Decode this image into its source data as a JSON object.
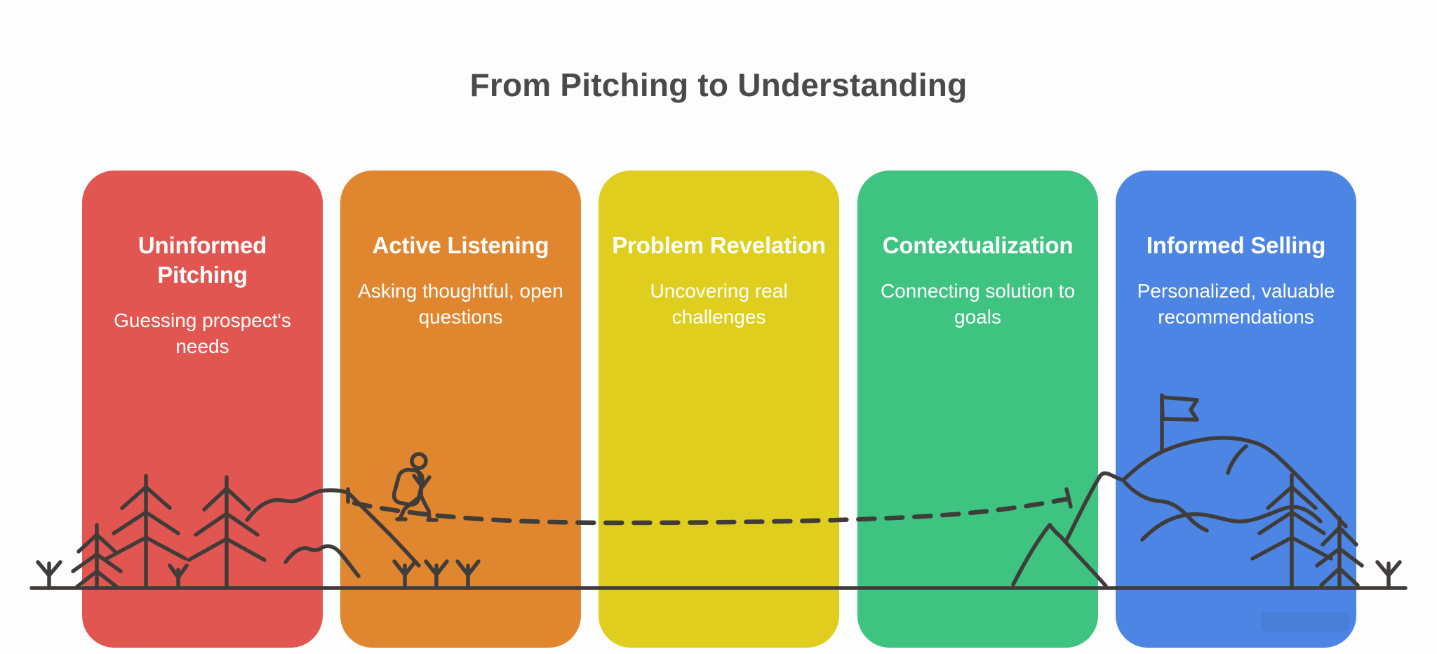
{
  "page": {
    "title": "From Pitching to Understanding"
  },
  "colors": {
    "bg": "#fdfdfd",
    "title": "#4a4a4a",
    "stroke": "#403c3a",
    "card_text": "#ffffff"
  },
  "cards": [
    {
      "id": "uninformed-pitching",
      "heading": "Uninformed Pitching",
      "subtext": "Guessing prospect's needs",
      "color": "#e25651"
    },
    {
      "id": "active-listening",
      "heading": "Active Listening",
      "subtext": "Asking thoughtful, open questions",
      "color": "#e0862f"
    },
    {
      "id": "problem-revelation",
      "heading": "Problem Revelation",
      "subtext": "Uncovering real challenges",
      "color": "#e0ce1e"
    },
    {
      "id": "contextualization",
      "heading": "Contextualization",
      "subtext": "Connecting solution to goals",
      "color": "#3ec381"
    },
    {
      "id": "informed-selling",
      "heading": "Informed Selling",
      "subtext": "Personalized, valuable recommendations",
      "color": "#4c85e4"
    }
  ],
  "illustration": {
    "icons": [
      "ground-line",
      "sprout-icon",
      "pine-tree-icon",
      "hill-line",
      "trail-marker-icon",
      "hiker-icon",
      "dashed-trail",
      "mountain-icon",
      "flag-icon"
    ]
  }
}
